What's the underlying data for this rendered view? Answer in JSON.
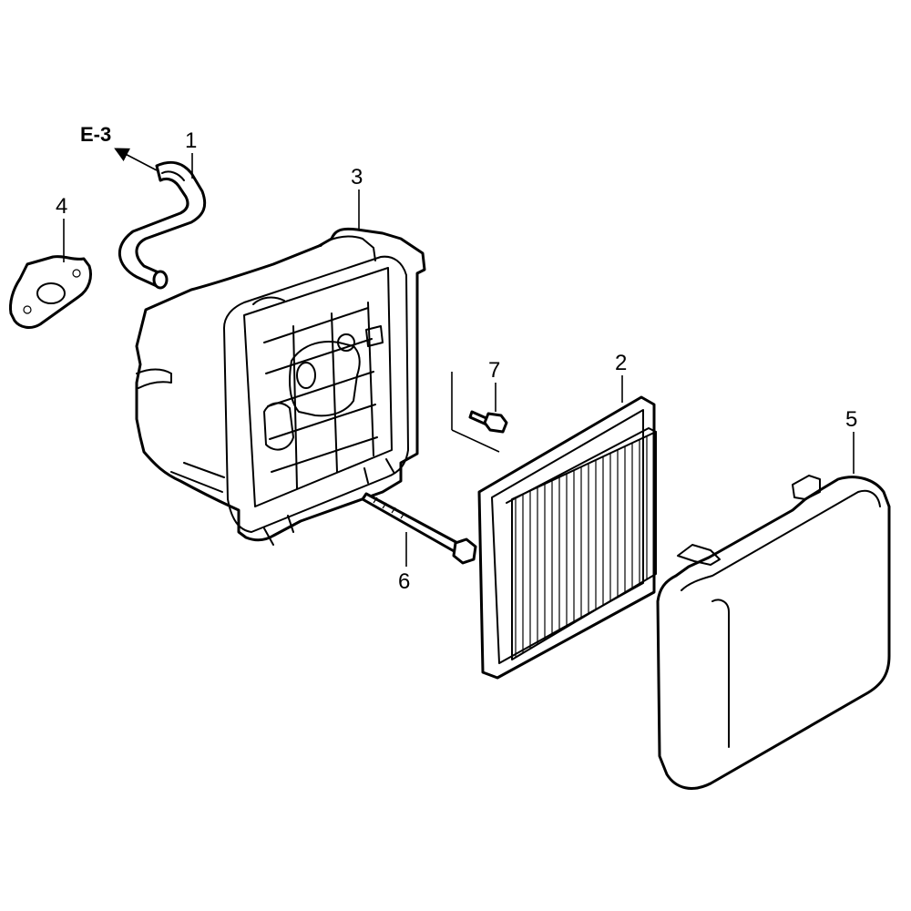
{
  "reference_label": "E-3",
  "callouts": {
    "part_1": "1",
    "part_2": "2",
    "part_3": "3",
    "part_4": "4",
    "part_5": "5",
    "part_6": "6",
    "part_7": "7"
  },
  "colors": {
    "line": "#000000",
    "background": "#ffffff"
  }
}
